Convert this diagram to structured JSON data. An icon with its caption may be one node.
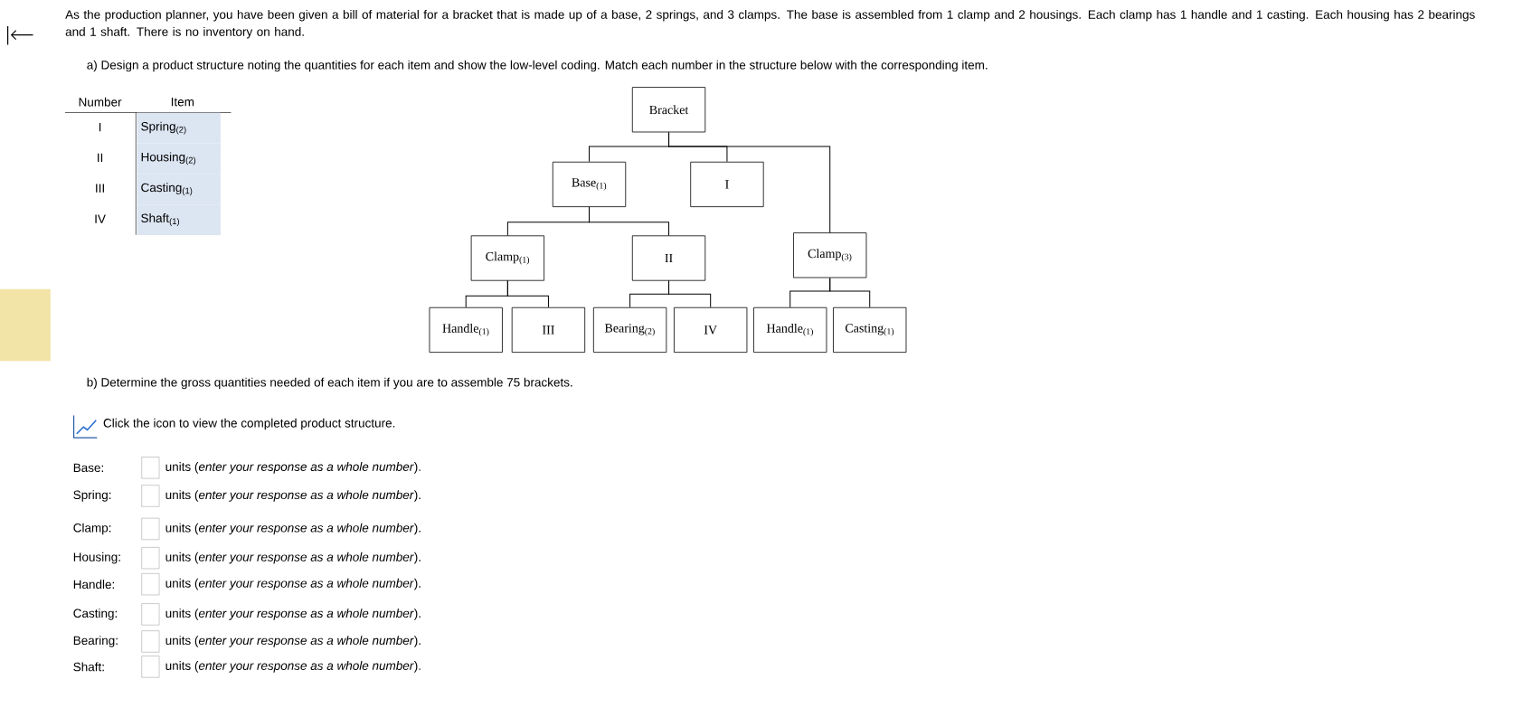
{
  "diagram": {
    "nodes": [
      {
        "text": [
          "Bracket"
        ]
      },
      {
        "text": [
          "Base$_{(1)}$"
        ]
      },
      {
        "text": [
          "I"
        ]
      },
      {
        "text": [
          "Clamp$_{(1)}$"
        ]
      },
      {
        "text": [
          "II"
        ]
      },
      {
        "text": [
          "Clamp$_{(3)}$"
        ]
      },
      {
        "text": [
          "Handle$_{(1)}$"
        ]
      },
      {
        "text": [
          "III"
        ]
      },
      {
        "text": [
          "Bearing$_{(2)}$"
        ]
      },
      {
        "text": [
          "IV"
        ]
      },
      {
        "text": [
          "Handle$_{(1)}$"
        ]
      },
      {
        "text": [
          "Casting$_{(1)}$"
        ]
      }
    ],
    "edges": [
      {
        "from": 0,
        "to": 1,
        "arrow": "none"
      },
      {
        "from": 0,
        "to": 2,
        "arrow": "none"
      },
      {
        "from": 0,
        "to": 5,
        "arrow": "none"
      },
      {
        "from": 1,
        "to": 3,
        "arrow": "none"
      },
      {
        "from": 1,
        "to": 4,
        "arrow": "none"
      },
      {
        "from": 3,
        "to": 6,
        "arrow": "none"
      },
      {
        "from": 3,
        "to": 7,
        "arrow": "none"
      },
      {
        "from": 4,
        "to": 8,
        "arrow": "none"
      },
      {
        "from": 4,
        "to": 9,
        "arrow": "none"
      },
      {
        "from": 5,
        "to": 10,
        "arrow": "none"
      },
      {
        "from": 5,
        "to": 11,
        "arrow": "none"
      }
    ],
    "labels": [
      "As the production planner, you have been given a bill of material for a bracket that is made up of a base, 2 springs, and 3 clamps. The base is assembled from 1 clamp and 2 housings. Each clamp has 1 handle and 1 casting. Each housing has 2 bearings and 1 shaft. There is no inventory on hand.",
      "a) Design a product structure noting the quantities for each item and show the low-level coding. Match each number in the structure below with the corresponding item.",
      "Number",
      "Item",
      "I",
      "Spring$_{(2)}$",
      "II",
      "Housing$_{(2)}$",
      "III",
      "Casting$_{(1)}$",
      "IV",
      "Shaft$_{(1)}$",
      "b) Determine the gross quantities needed of each item if you are to assemble 75 brackets.",
      "Click the icon to view the completed product structure.",
      "Base:",
      "units (*enter your response as a whole number*).",
      "Spring:",
      "units (*enter your response as a whole number*).",
      "Clamp:",
      "units (*enter your response as a whole number*).",
      "Housing:",
      "units (*enter your response as a whole number*).",
      "Handle:",
      "units (*enter your response as a whole number*).",
      "Casting:",
      "units (*enter your response as a whole number*).",
      "Bearing:",
      "units (*enter your response as a whole number*).",
      "Shaft:",
      "units (*enter your response as a whole number*)."
    ]
  }
}
